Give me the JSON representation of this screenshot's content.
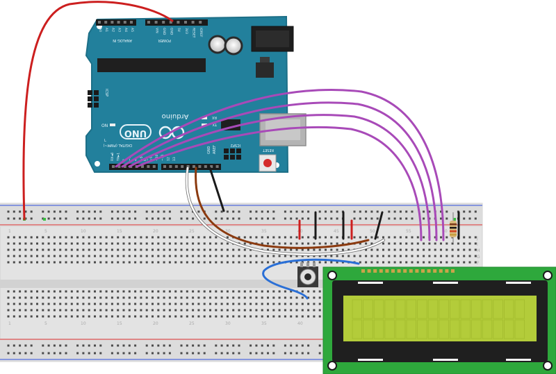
{
  "arduino": {
    "brand": "Arduino",
    "model": "UNO",
    "header_power": "POWER",
    "header_analog": "ANALOG IN",
    "header_digital": "DIGITAL (PWM~)",
    "label_aref": "AREF",
    "label_gnd": "GND",
    "label_on": "ON",
    "label_tx": "TX",
    "label_rx": "RX",
    "label_l": "L",
    "label_icsp": "ICSP",
    "label_icsp2": "ICSP2",
    "label_reset": "RESET",
    "power_pins": [
      "IOREF",
      "RESET",
      "3V3",
      "5V",
      "GND",
      "GND",
      "VIN"
    ],
    "analog_pins": [
      "A0",
      "A1",
      "A2",
      "A3",
      "A4",
      "A5"
    ],
    "digital_pins": [
      "13",
      "12",
      "~11",
      "~10",
      "~9",
      "8",
      "7",
      "~6",
      "~5",
      "4",
      "~3",
      "2",
      "TX►1",
      "RX◄0"
    ],
    "colors": {
      "board": "#22809c",
      "board_edge": "#1d6f87",
      "silk": "#e8f4fa"
    }
  },
  "breadboard": {
    "column_numbers_top": [
      "1",
      "5",
      "10",
      "15",
      "20",
      "25",
      "30",
      "35",
      "40",
      "45",
      "50",
      "55",
      "60"
    ],
    "column_numbers_bottom": [
      "1",
      "5",
      "10",
      "15",
      "20",
      "25",
      "30",
      "35",
      "40"
    ],
    "row_letters_right": [
      "J",
      "I",
      "H",
      "G",
      "F"
    ],
    "colors": {
      "body": "#e3e3e3",
      "rail_red": "#e03030",
      "rail_blue": "#3050e0"
    }
  },
  "lcd": {
    "colors": {
      "pcb": "#2ea83c",
      "bezel": "#1f1f1f",
      "screen": "#b3cc3a"
    }
  },
  "wires": {
    "colors": {
      "red": "#cc1f1f",
      "purple": "#a84ab8",
      "brown": "#8b3a0f",
      "white": "#ffffff",
      "black": "#1a1a1a",
      "blue": "#2a6fd6"
    }
  },
  "components": [
    "potentiometer",
    "resistor"
  ]
}
